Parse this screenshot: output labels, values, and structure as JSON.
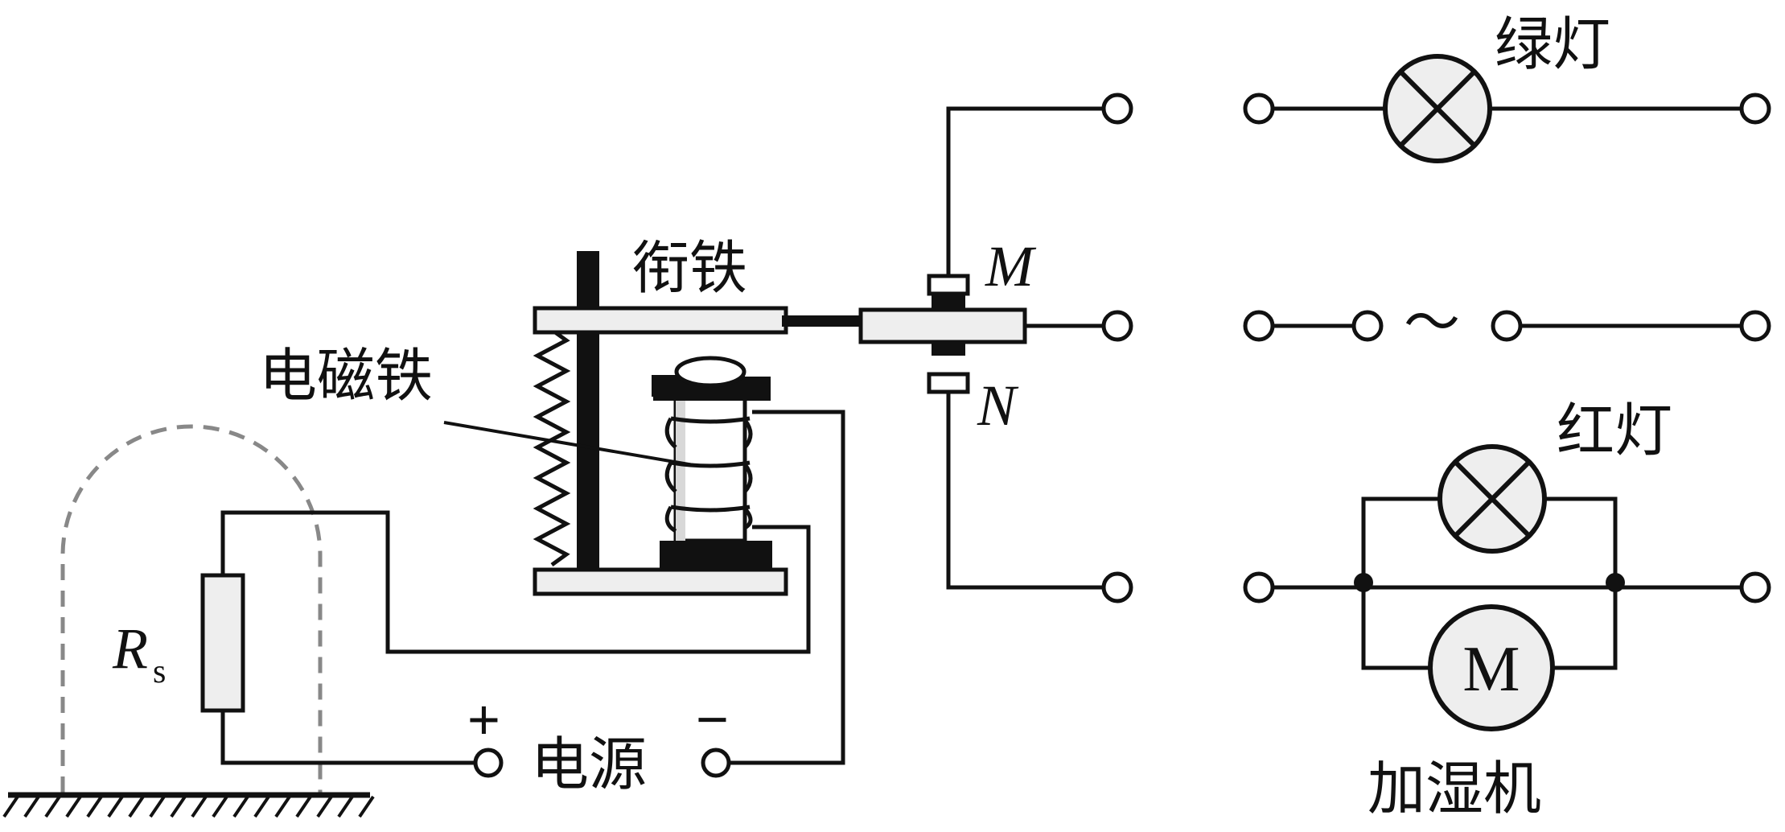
{
  "labels": {
    "armature": "衔铁",
    "electromagnet": "电磁铁",
    "power_source": "电源",
    "plus": "+",
    "minus": "−",
    "contact_m": "M",
    "contact_n": "N",
    "resistor_r": "R",
    "resistor_sub": "s",
    "green_lamp": "绿灯",
    "red_lamp": "红灯",
    "humidifier": "加湿机",
    "motor_symbol": "M",
    "ac_symbol": "～"
  },
  "colors": {
    "line": "#111111",
    "dashed_enclosure": "#888888",
    "part_fill": "#eeeeee"
  }
}
